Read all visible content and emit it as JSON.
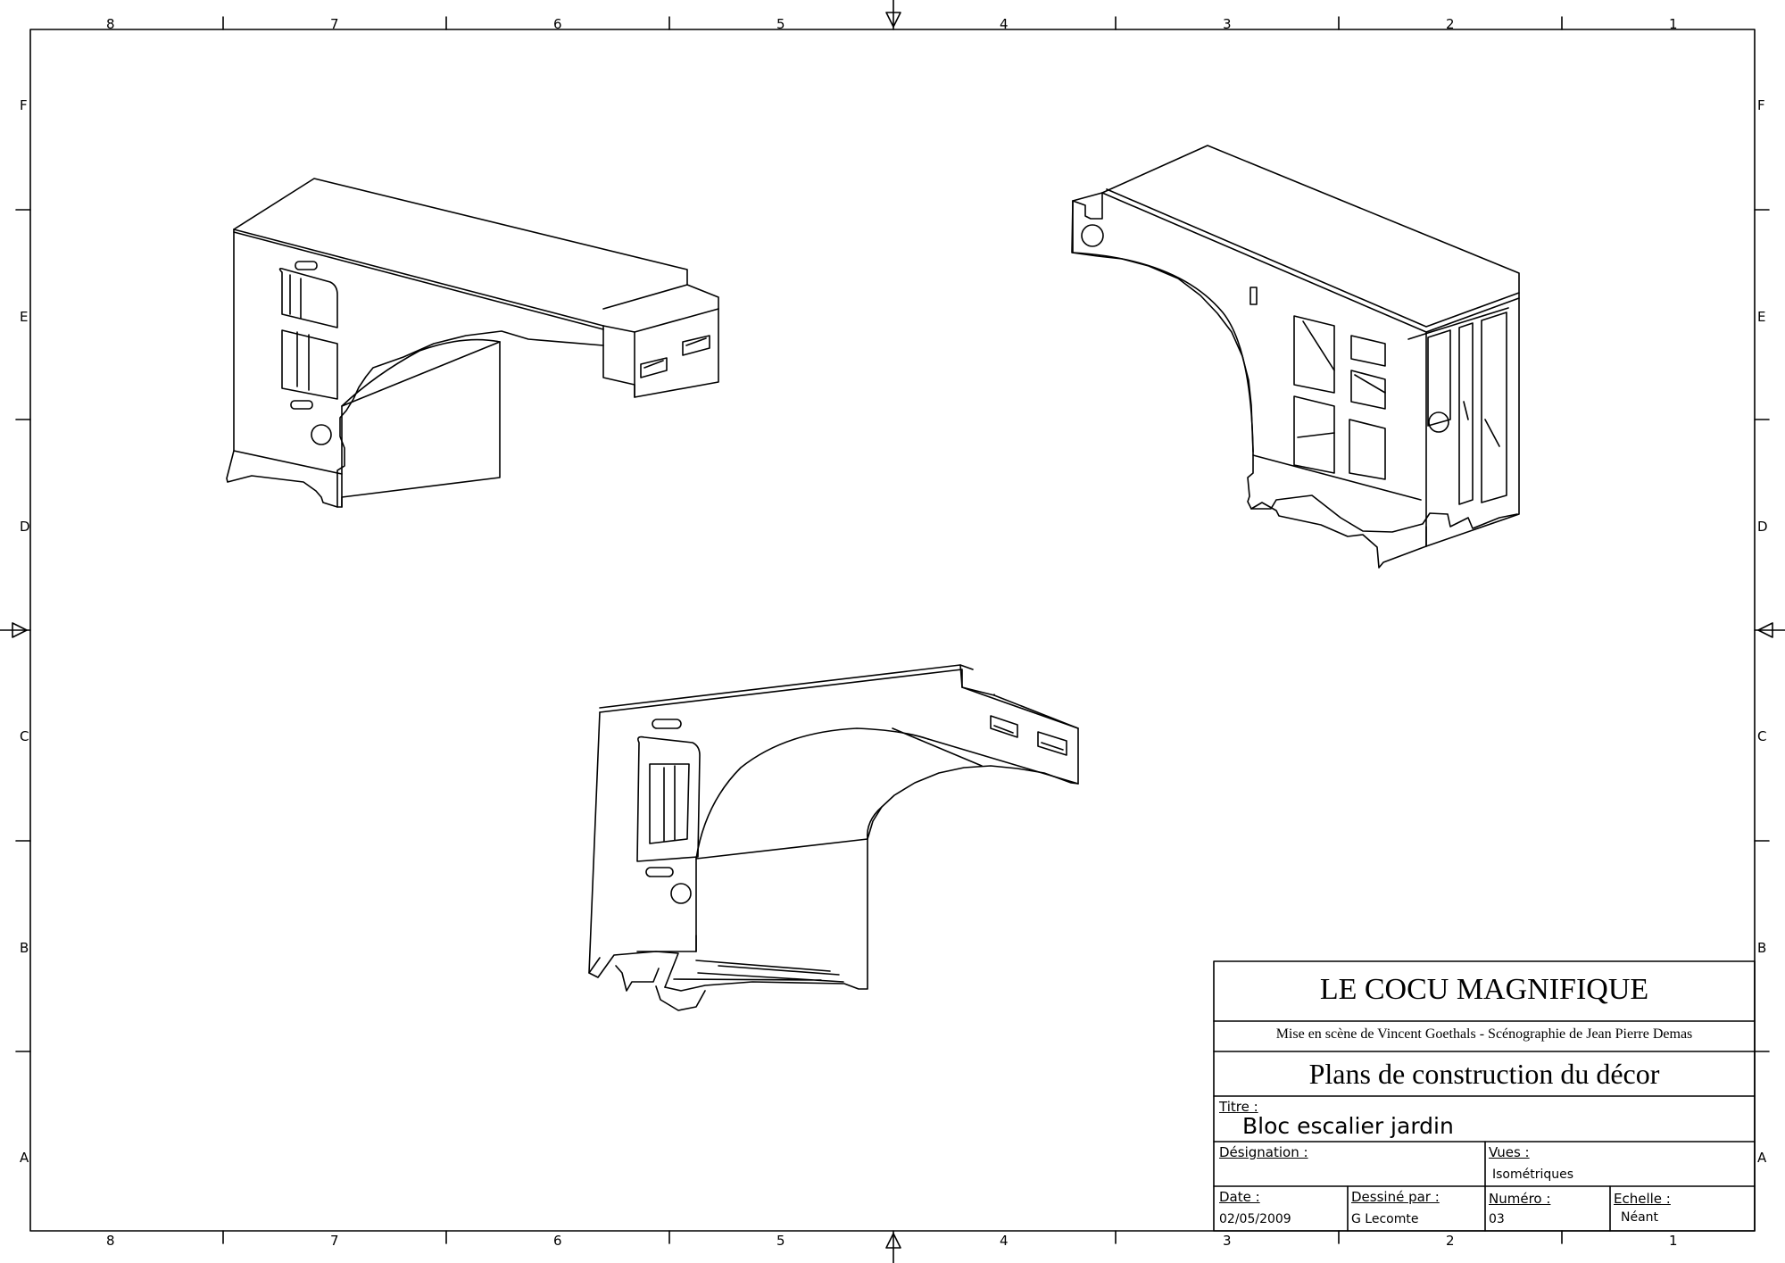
{
  "border": {
    "columns": [
      "8",
      "7",
      "6",
      "5",
      "4",
      "3",
      "2",
      "1"
    ],
    "rows": [
      "F",
      "E",
      "D",
      "C",
      "B",
      "A"
    ]
  },
  "title_block": {
    "project": "LE COCU MAGNIFIQUE",
    "credits": "Mise en scène de Vincent Goethals - Scénographie de Jean Pierre Demas",
    "subtitle": "Plans de construction du décor",
    "titre_label": "Titre :",
    "titre_value": "Bloc escalier jardin",
    "designation_label": "Désignation :",
    "designation_value": "",
    "vues_label": "Vues :",
    "vues_value": "Isométriques",
    "date_label": "Date :",
    "date_value": "02/05/2009",
    "dessine_label": "Dessiné par :",
    "dessine_value": "G Lecomte",
    "numero_label": "Numéro :",
    "numero_value": "03",
    "echelle_label": "Echelle :",
    "echelle_value": "Néant"
  },
  "views": [
    {
      "name": "isometric-view-left"
    },
    {
      "name": "isometric-view-right"
    },
    {
      "name": "isometric-view-bottom"
    }
  ],
  "colors": {
    "ink": "#000000",
    "paper": "#ffffff"
  }
}
